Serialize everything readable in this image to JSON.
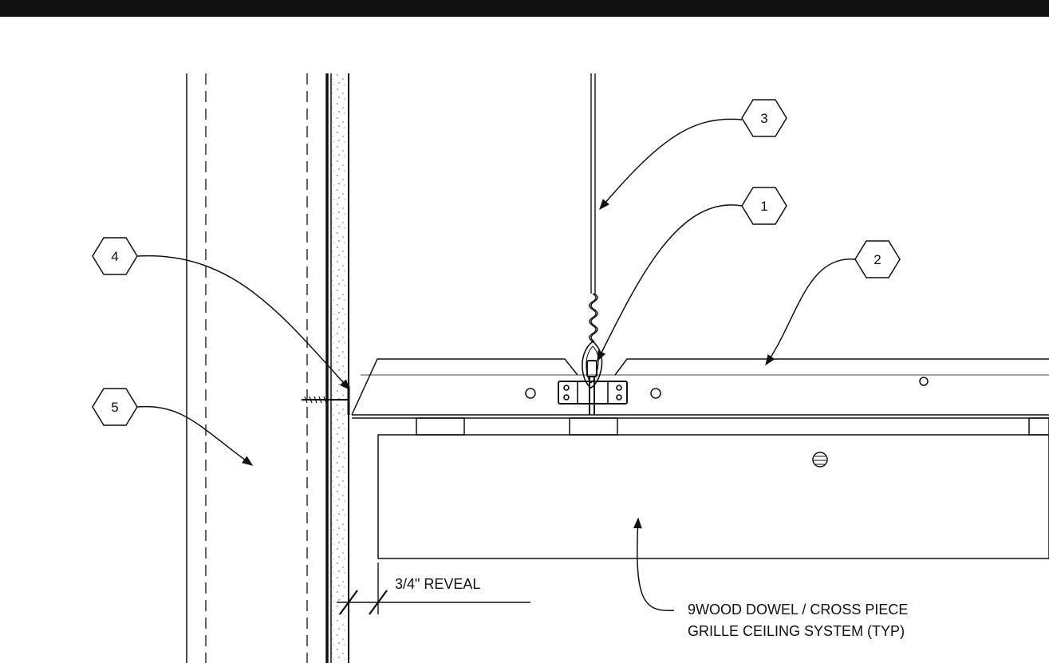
{
  "keynotes": [
    {
      "id": "keynote-1",
      "label": "1"
    },
    {
      "id": "keynote-2",
      "label": "2"
    },
    {
      "id": "keynote-3",
      "label": "3"
    },
    {
      "id": "keynote-4",
      "label": "4"
    },
    {
      "id": "keynote-5",
      "label": "5"
    }
  ],
  "reveal_note": "3/4\" REVEAL",
  "system_note": {
    "line1": "9WOOD DOWEL / CROSS PIECE",
    "line2": "GRILLE CEILING SYSTEM (TYP)"
  }
}
